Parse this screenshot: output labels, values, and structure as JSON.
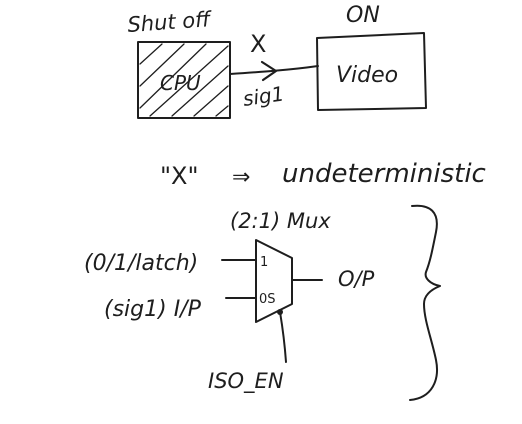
{
  "top_diagram": {
    "cpu_block": {
      "state_label": "Shut off",
      "name": "CPU"
    },
    "video_block": {
      "state_label": "ON",
      "name": "Video"
    },
    "unknown_marker": "X",
    "signal_label": "sig1"
  },
  "statement": {
    "symbol": "\"X\"",
    "arrow": "⇒",
    "meaning": "undeterministic"
  },
  "mux_diagram": {
    "title": "(2:1) Mux",
    "input_1_label": "(0/1/latch)",
    "input_1_pin": "1",
    "input_2_label": "(sig1) I/P",
    "input_2_pin": "0S",
    "output_label": "O/P",
    "select_label": "ISO_EN"
  },
  "colors": {
    "ink": "#1e1e1e",
    "background": "#ffffff"
  }
}
